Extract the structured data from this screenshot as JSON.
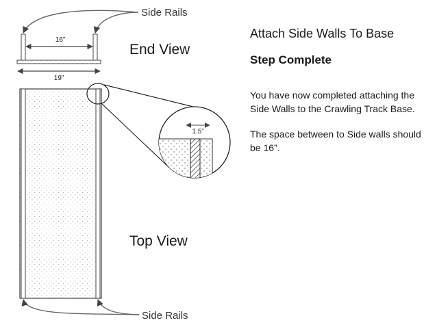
{
  "diagram": {
    "side_rails_label_top": "Side Rails",
    "side_rails_label_bottom": "Side Rails",
    "end_view_label": "End View",
    "top_view_label": "Top View",
    "dimension_inner": "16”",
    "dimension_outer": "19”",
    "dimension_rail": "1.5”"
  },
  "panel": {
    "title": "Attach Side Walls To Base",
    "subtitle": "Step Complete",
    "paragraph_1": "You have now completed attaching the Side Walls to the Crawling Track Base.",
    "paragraph_2": "The space between to Side walls should be 16”."
  }
}
